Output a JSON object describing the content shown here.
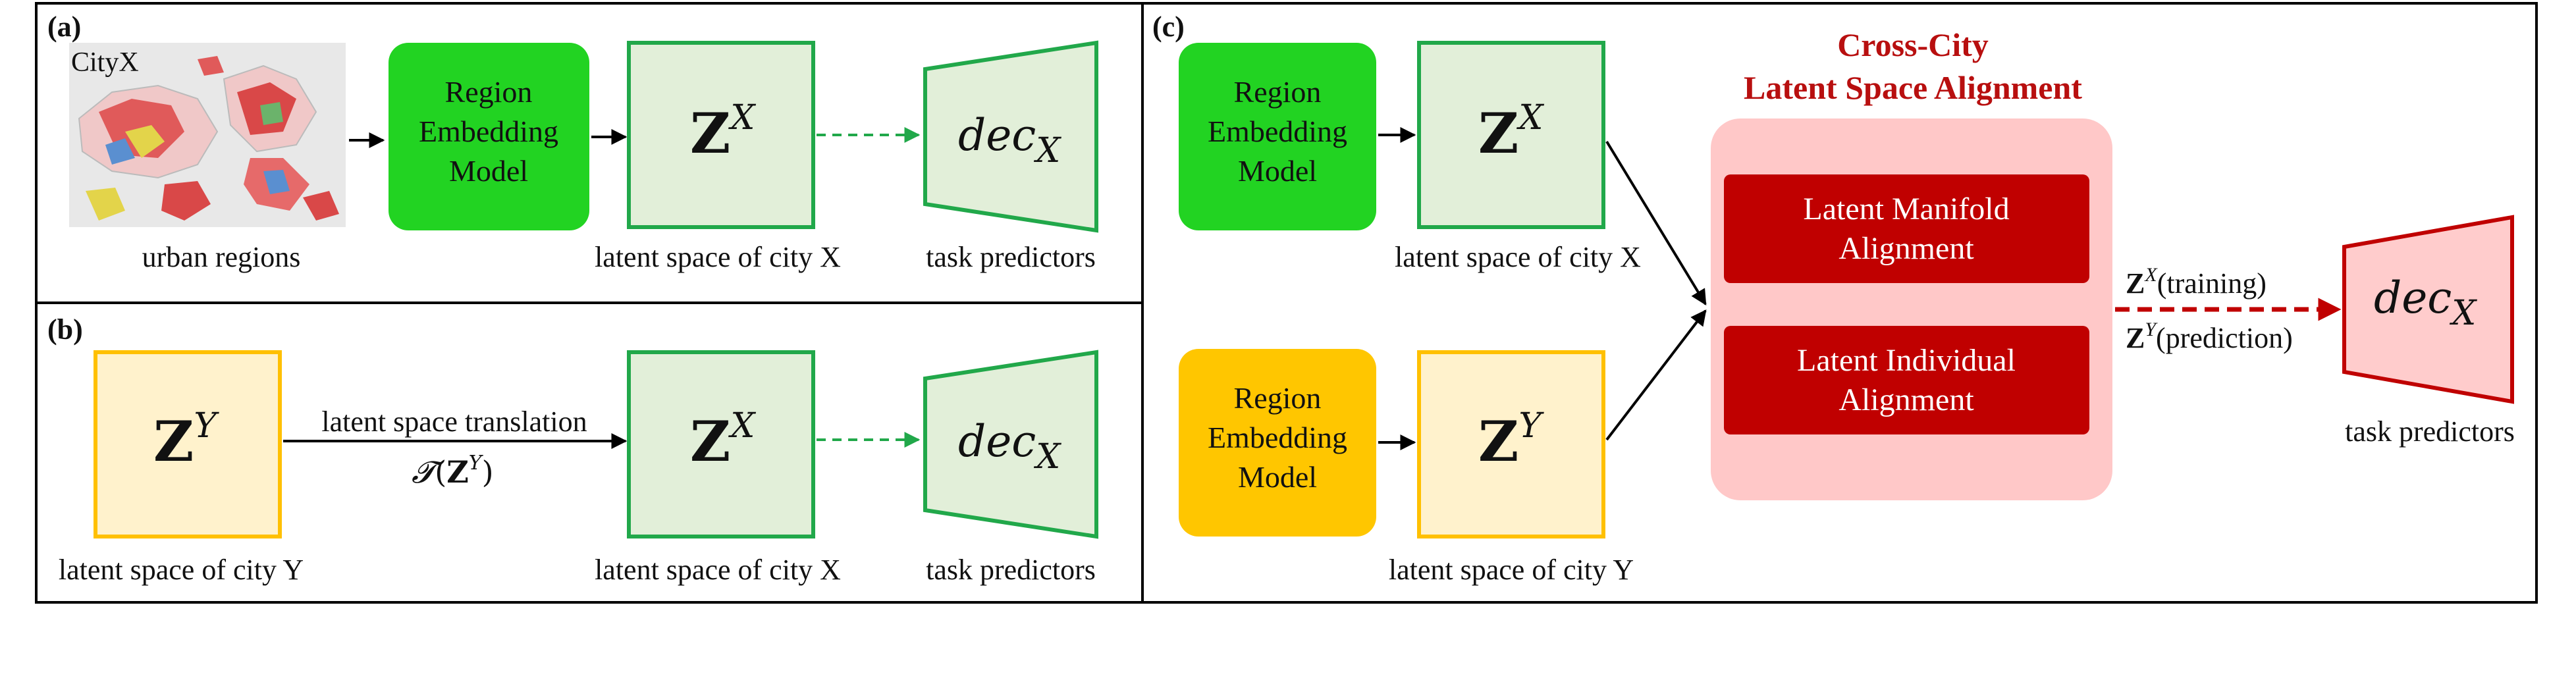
{
  "panel_a": {
    "tag": "(a)",
    "map_label": "CityX",
    "map_caption": "urban regions",
    "embed_line1": "Region",
    "embed_line2": "Embedding",
    "embed_line3": "Model",
    "latent_symbol": "Z",
    "latent_sup": "X",
    "latent_caption": "latent space of city X",
    "decoder_text": "dec",
    "decoder_sub": "X",
    "decoder_caption": "task predictors"
  },
  "panel_b": {
    "tag": "(b)",
    "latent_y_symbol": "Z",
    "latent_y_sup": "Y",
    "latent_y_caption": "latent space of city Y",
    "translation_label": "latent space translation",
    "translation_fn": "𝓣",
    "translation_open": "(",
    "translation_z": "Z",
    "translation_sup": "Y",
    "translation_close": ")",
    "latent_x_symbol": "Z",
    "latent_x_sup": "X",
    "latent_x_caption": "latent space of city X",
    "decoder_text": "dec",
    "decoder_sub": "X",
    "decoder_caption": "task predictors"
  },
  "panel_c": {
    "tag": "(c)",
    "embed_top_line1": "Region",
    "embed_top_line2": "Embedding",
    "embed_top_line3": "Model",
    "latent_x_symbol": "Z",
    "latent_x_sup": "X",
    "latent_x_caption": "latent space of city X",
    "embed_bottom_line1": "Region",
    "embed_bottom_line2": "Embedding",
    "embed_bottom_line3": "Model",
    "latent_y_symbol": "Z",
    "latent_y_sup": "Y",
    "latent_y_caption": "latent space of city Y",
    "alignment_title_line1": "Cross-City",
    "alignment_title_line2": "Latent Space Alignment",
    "manifold_line1": "Latent Manifold",
    "manifold_line2": "Alignment",
    "individual_line1": "Latent Individual",
    "individual_line2": "Alignment",
    "train_z": "Z",
    "train_sup": "X",
    "train_label": "(training)",
    "pred_z": "Z",
    "pred_sup": "Y",
    "pred_label": "(prediction)",
    "decoder_text": "dec",
    "decoder_sub": "X",
    "decoder_caption": "task predictors"
  },
  "colors": {
    "embed_green": "#22d322",
    "embed_orange": "#ffc600",
    "latent_green_fill": "#e2efd9",
    "latent_green_stroke": "#21a84a",
    "latent_yellow_fill": "#fff2cc",
    "latent_yellow_stroke": "#ffc000",
    "alignment_pink": "#ffc8c8",
    "alignment_red": "#c00000",
    "decoder_pink": "#ffcccc"
  },
  "icons": [
    "arrow-right-icon",
    "dashed-arrow-icon",
    "city-map-image"
  ]
}
